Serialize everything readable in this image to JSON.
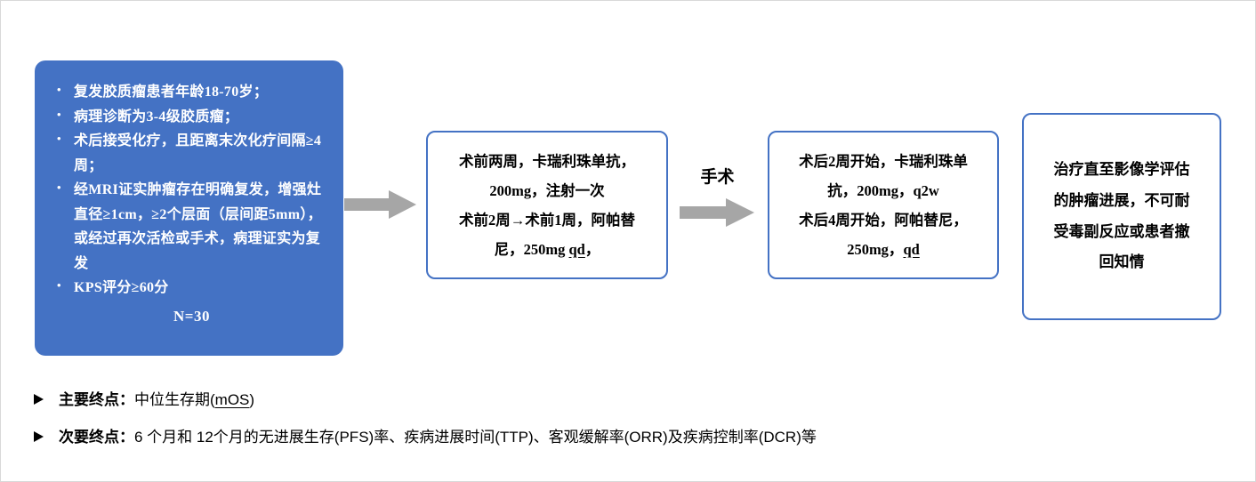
{
  "colors": {
    "primary_blue": "#4472C4",
    "arrow_gray": "#A6A6A6",
    "text_white": "#FFFFFF",
    "text_black": "#000000"
  },
  "inclusion_box": {
    "bullets": [
      "复发胶质瘤患者年龄18-70岁；",
      "病理诊断为3-4级胶质瘤；",
      "术后接受化疗，且距离末次化疗间隔≥4周；",
      "经MRI证实肿瘤存在明确复发，增强灶直径≥1cm，≥2个层面（层间距5mm），或经过再次活检或手术，病理证实为复发",
      "KPS评分≥60分"
    ],
    "bullet_marker": "•",
    "n_label": "N=30"
  },
  "pre_op_box": {
    "lines": [
      "术前两周，卡瑞利珠单抗，",
      "200mg，注射一次",
      "术前2周→术前1周，阿帕替"
    ],
    "line4": {
      "pre": "尼，250mg ",
      "underlined": "qd",
      "post": "，"
    }
  },
  "surgery_arrow": {
    "label": "手术"
  },
  "post_op_box": {
    "lines": [
      "术后2周开始，卡瑞利珠单",
      "抗，200mg，q2w",
      "术后4周开始，阿帕替尼，"
    ],
    "line4": {
      "pre": "250mg，",
      "underlined": "qd",
      "post": ""
    }
  },
  "continuation_box": {
    "lines": [
      "治疗直至影像学评估",
      "的肿瘤进展，不可耐",
      "受毒副反应或患者撤",
      "回知情"
    ]
  },
  "endpoints": {
    "bullet_icon": "right-arrowhead",
    "primary": {
      "label": "主要终点：",
      "text_pre": "中位生存期(",
      "underlined": "mOS",
      "text_post": ")"
    },
    "secondary": {
      "label": "次要终点：",
      "text": "6 个月和 12个月的无进展生存(PFS)率、疾病进展时间(TTP)、客观缓解率(ORR)及疾病控制率(DCR)等"
    }
  }
}
